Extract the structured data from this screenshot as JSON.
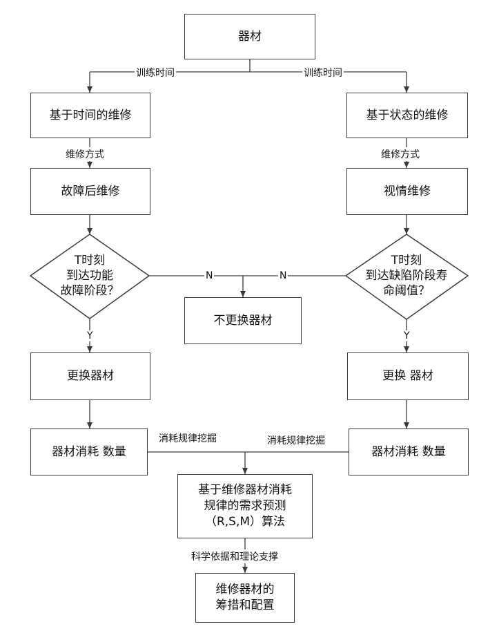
{
  "nodes": {
    "equipment": "器材",
    "time_based": "基于时间的维修",
    "condition_based": "基于状态的维修",
    "post_fault": "故障后维修",
    "condition_repair": "视情维修",
    "decision_left": [
      "T时刻",
      "到达功能",
      "故障阶段？"
    ],
    "decision_right": [
      "T时刻",
      "到达缺陷阶段寿",
      "命阈值？"
    ],
    "no_replace": "不更换器材",
    "replace_left": "更换器材",
    "replace_right": "更换 器材",
    "consumption_left": "器材消耗 数量",
    "consumption_right": "器材消耗 数量",
    "algorithm": [
      "基于维修器材消耗",
      "规律的需求预测",
      "（R,S,M）算法"
    ],
    "final": [
      "维修器材的",
      "筹措和配置"
    ]
  },
  "edge_labels": {
    "training_time_left": "训练时间",
    "training_time_right": "训练时间",
    "repair_mode_left": "维修方式",
    "repair_mode_right": "维修方式",
    "n_left": "N",
    "n_right": "N",
    "y_left": "Y",
    "y_right": "Y",
    "mining_left": "消耗规律挖掘",
    "mining_right": "消耗规律挖掘",
    "support": "科学依据和理论支撑"
  },
  "colors": {
    "line": "#3a3a3a",
    "box_border": "#3a3a3a"
  }
}
